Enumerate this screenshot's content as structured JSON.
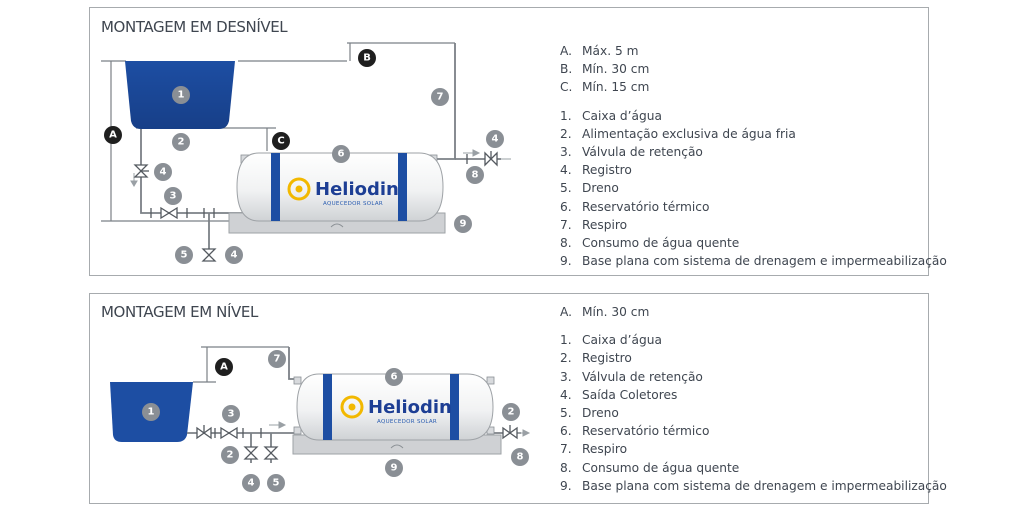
{
  "panel1": {
    "title": "MONTAGEM EM DESNÍVEL",
    "legend_letters": [
      {
        "key": "A.",
        "text": "Máx. 5 m"
      },
      {
        "key": "B.",
        "text": "Mín. 30 cm"
      },
      {
        "key": "C.",
        "text": "Mín. 15 cm"
      }
    ],
    "legend_numbers": [
      {
        "key": "1.",
        "text": "Caixa d’água"
      },
      {
        "key": "2.",
        "text": "Alimentação exclusiva de água fria"
      },
      {
        "key": "3.",
        "text": "Válvula de retenção"
      },
      {
        "key": "4.",
        "text": "Registro"
      },
      {
        "key": "5.",
        "text": "Dreno"
      },
      {
        "key": "6.",
        "text": "Reservatório térmico"
      },
      {
        "key": "7.",
        "text": "Respiro"
      },
      {
        "key": "8.",
        "text": "Consumo de água quente"
      },
      {
        "key": "9.",
        "text": "Base plana com sistema de drenagem e impermeabilização"
      }
    ],
    "brand": {
      "name": "Heliodin",
      "subtitle": "AQUECEDOR SOLAR"
    },
    "callouts": {
      "A": "A",
      "B": "B",
      "C": "C",
      "n1": "1",
      "n2": "2",
      "n3": "3",
      "n4a": "4",
      "n4b": "4",
      "n4c": "4",
      "n5": "5",
      "n6": "6",
      "n7": "7",
      "n8": "8",
      "n9": "9"
    }
  },
  "panel2": {
    "title": "MONTAGEM EM NÍVEL",
    "legend_letters": [
      {
        "key": "A.",
        "text": "Mín. 30 cm"
      }
    ],
    "legend_numbers": [
      {
        "key": "1.",
        "text": "Caixa d’água"
      },
      {
        "key": "2.",
        "text": "Registro"
      },
      {
        "key": "3.",
        "text": "Válvula de retenção"
      },
      {
        "key": "4.",
        "text": "Saída Coletores"
      },
      {
        "key": "5.",
        "text": "Dreno"
      },
      {
        "key": "6.",
        "text": "Reservatório térmico"
      },
      {
        "key": "7.",
        "text": "Respiro"
      },
      {
        "key": "8.",
        "text": "Consumo de água quente"
      },
      {
        "key": "9.",
        "text": "Base plana com sistema de drenagem e impermeabilização"
      }
    ],
    "brand": {
      "name": "Heliodin",
      "subtitle": "AQUECEDOR SOLAR"
    },
    "callouts": {
      "A": "A",
      "n1": "1",
      "n2a": "2",
      "n2b": "2",
      "n3": "3",
      "n4": "4",
      "n5": "5",
      "n6": "6",
      "n7": "7",
      "n8": "8",
      "n9": "9"
    }
  },
  "colors": {
    "tank_blue": "#1d4ea3",
    "brand_blue": "#1d3e94",
    "sun_yellow": "#f2b800",
    "callout_gray": "#8a8f95",
    "callout_black": "#1f1f1f",
    "pipe": "#7b8086",
    "base": "#c9cbce"
  }
}
